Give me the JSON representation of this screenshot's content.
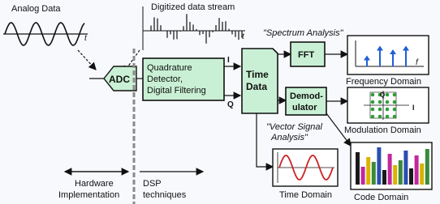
{
  "texts": {
    "analog_data": "Analog Data",
    "digitized_stream": "Digitized data stream",
    "spectrum_analysis": "\"Spectrum Analysis\"",
    "adc": "ADC",
    "quad_line1": "Quadrature",
    "quad_line2": "Detector,",
    "quad_line3": "Digital Filtering",
    "i_label": "I",
    "q_label": "Q",
    "time_data_1": "Time",
    "time_data_2": "Data",
    "fft": "FFT",
    "demod_1": "Demod-",
    "demod_2": "ulator",
    "vsa_1": "\"Vector Signal",
    "vsa_2": "Analysis\"",
    "frequency_domain": "Frequency Domain",
    "modulation_domain": "Modulation Domain",
    "time_domain": "Time Domain",
    "code_domain": "Code Domain",
    "hardware_1": "Hardware",
    "hardware_2": "Implementation",
    "dsp_1": "DSP",
    "dsp_2": "techniques",
    "t_axis": "t",
    "f_axis": "f",
    "const_q": "Q",
    "const_i": "I"
  },
  "colors": {
    "box_fill": "#c9f0d4",
    "display_fill": "#ffffff",
    "sine": "#cc2222",
    "spectrum": "#1f5fd6",
    "constellation": "#2e9e3a",
    "divider": "#8a8a8a",
    "code_bars": [
      "#1a1a1a",
      "#c2279d",
      "#d9b300",
      "#3a8a3a",
      "#2a4fb0"
    ]
  },
  "spectrum_bars": [
    0.45,
    0.85,
    0.7,
    0.85
  ],
  "constellation_grid": [
    4,
    4
  ]
}
